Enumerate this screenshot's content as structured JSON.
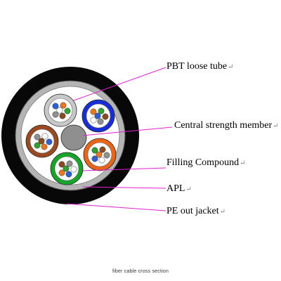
{
  "labels": {
    "pbt_loose_tube": "PBT loose tube",
    "central_strength_member": "Central strength member",
    "filling_compound": "Filling Compound",
    "apl": "APL",
    "pe_out_jacket": "PE out jacket"
  },
  "paragraph_mark": "↵",
  "caption": "fiber cable cross section",
  "colors": {
    "jacket": "#080808",
    "apl_ring": "#b4b4b4",
    "filling": "#ffffff",
    "central_member": "#8f8f8f",
    "leader_line": "#e020d0",
    "tube_gray": "#c8c8c8",
    "tube_blue": "#1a2ed8",
    "tube_orange": "#e8661a",
    "tube_green": "#16a52a",
    "tube_brown": "#9a4a22"
  },
  "loose_tubes": [
    {
      "name": "gray",
      "color": "#c8c8c8"
    },
    {
      "name": "blue",
      "color": "#1a2ed8"
    },
    {
      "name": "orange",
      "color": "#e8661a"
    },
    {
      "name": "green",
      "color": "#16a52a"
    },
    {
      "name": "brown",
      "color": "#9a4a22"
    }
  ],
  "fiber_colors": [
    "#3060d0",
    "#e87820",
    "#30a030",
    "#8a4a22",
    "#909090",
    "#ffffff"
  ]
}
